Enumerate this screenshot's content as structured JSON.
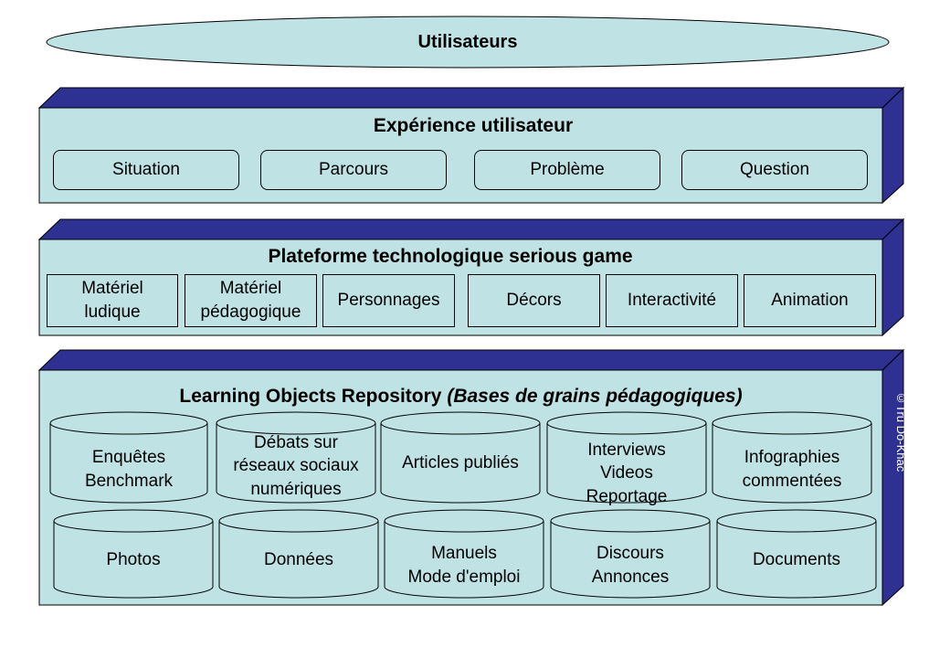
{
  "users": {
    "title": "Utilisateurs"
  },
  "experience": {
    "title": "Expérience utilisateur",
    "items": [
      "Situation",
      "Parcours",
      "Problème",
      "Question"
    ]
  },
  "platform": {
    "title": "Plateforme technologique serious game",
    "items": [
      {
        "lines": [
          "Matériel",
          "ludique"
        ]
      },
      {
        "lines": [
          "Matériel",
          "pédagogique"
        ]
      },
      {
        "lines": [
          "Personnages"
        ]
      },
      {
        "lines": [
          "Décors"
        ]
      },
      {
        "lines": [
          "Interactivité"
        ]
      },
      {
        "lines": [
          "Animation"
        ]
      }
    ]
  },
  "repository": {
    "title": "Learning Objects Repository",
    "subtitle": "(Bases de grains pédagogiques)",
    "row1": [
      {
        "lines": [
          "Enquêtes",
          "Benchmark"
        ]
      },
      {
        "lines": [
          "Débats sur",
          "réseaux sociaux",
          "numériques"
        ]
      },
      {
        "lines": [
          "Articles publiés"
        ]
      },
      {
        "lines": [
          "Interviews",
          "Videos",
          "Reportage"
        ]
      },
      {
        "lines": [
          "Infographies",
          "commentées"
        ]
      }
    ],
    "row2": [
      {
        "lines": [
          "Photos"
        ]
      },
      {
        "lines": [
          "Données"
        ]
      },
      {
        "lines": [
          "Manuels",
          "Mode d'emploi"
        ]
      },
      {
        "lines": [
          "Discours",
          "Annonces"
        ]
      },
      {
        "lines": [
          "Documents"
        ]
      }
    ]
  },
  "copyright": "©Tru Dô-Khac",
  "colors": {
    "fill": "#bfe2e5",
    "side": "#2e3192",
    "stroke": "#000000"
  }
}
